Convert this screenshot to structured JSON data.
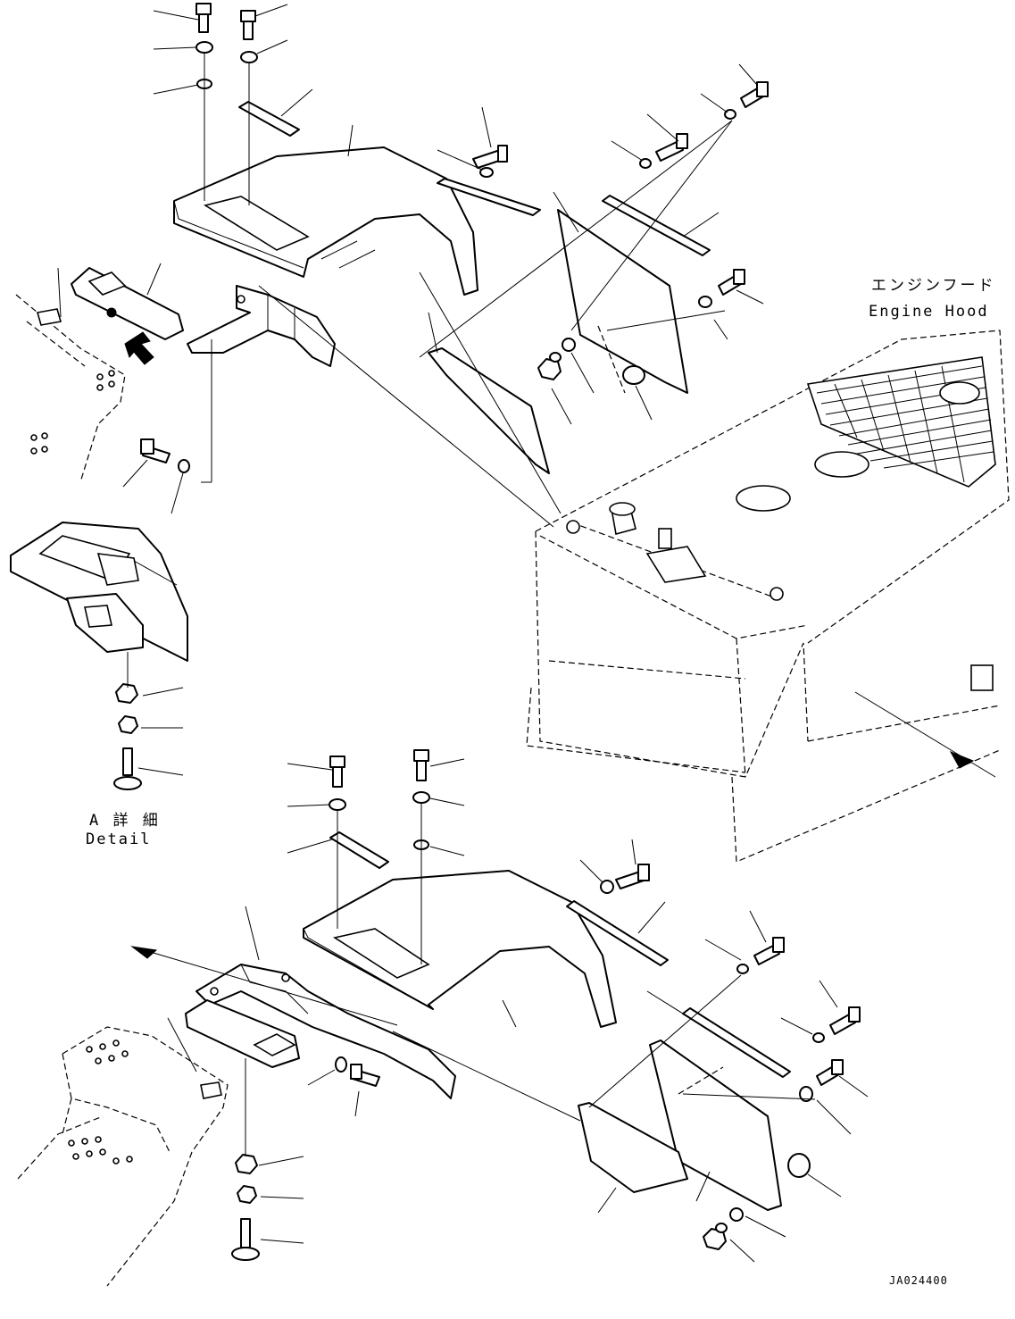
{
  "labels": {
    "engine_hood_jp": "エンジンフード",
    "engine_hood_en": "Engine Hood",
    "detail_jp": "A 詳 細",
    "detail_en": "Detail",
    "drawing_code": "JA024400"
  }
}
